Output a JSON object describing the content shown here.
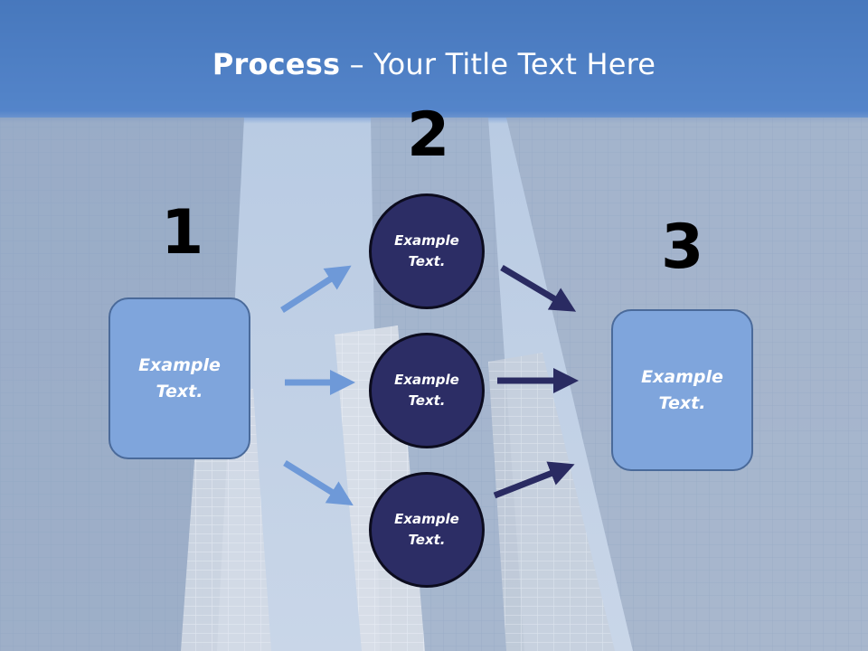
{
  "title": {
    "bold": "Process",
    "rest": " – Your Title Text Here"
  },
  "steps": {
    "one": "1",
    "two": "2",
    "three": "3"
  },
  "left_box": {
    "text": "Example\nText."
  },
  "circles": [
    {
      "text": "Example\nText."
    },
    {
      "text": "Example\nText."
    },
    {
      "text": "Example\nText."
    }
  ],
  "right_box": {
    "text": "Example\nText."
  },
  "colors": {
    "header": "#4f7fc4",
    "box_fill": "#7fa5dc",
    "circle_fill": "#2c2d65",
    "light_arrow": "#6e99d8",
    "dark_arrow": "#2a2b62"
  }
}
